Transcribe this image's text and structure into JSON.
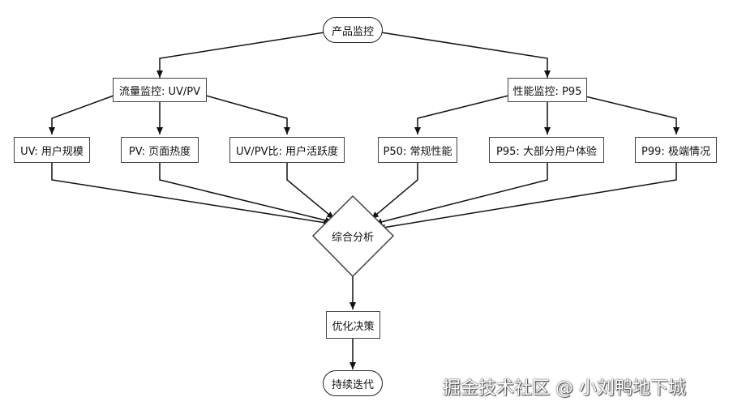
{
  "diagram": {
    "root": "产品监控",
    "branches": [
      {
        "label": "流量监控: UV/PV",
        "children": [
          "UV: 用户规模",
          "PV: 页面热度",
          "UV/PV比: 用户活跃度"
        ]
      },
      {
        "label": "性能监控: P95",
        "children": [
          "P50: 常规性能",
          "P95: 大部分用户体验",
          "P99: 极端情况"
        ]
      }
    ],
    "decision": "综合分析",
    "action": "优化决策",
    "end": "持续迭代"
  },
  "watermark": "掘金技术社区 @ 小刘鸭地下城",
  "colors": {
    "line": "#111111",
    "border": "#444444",
    "background": "#ffffff"
  }
}
